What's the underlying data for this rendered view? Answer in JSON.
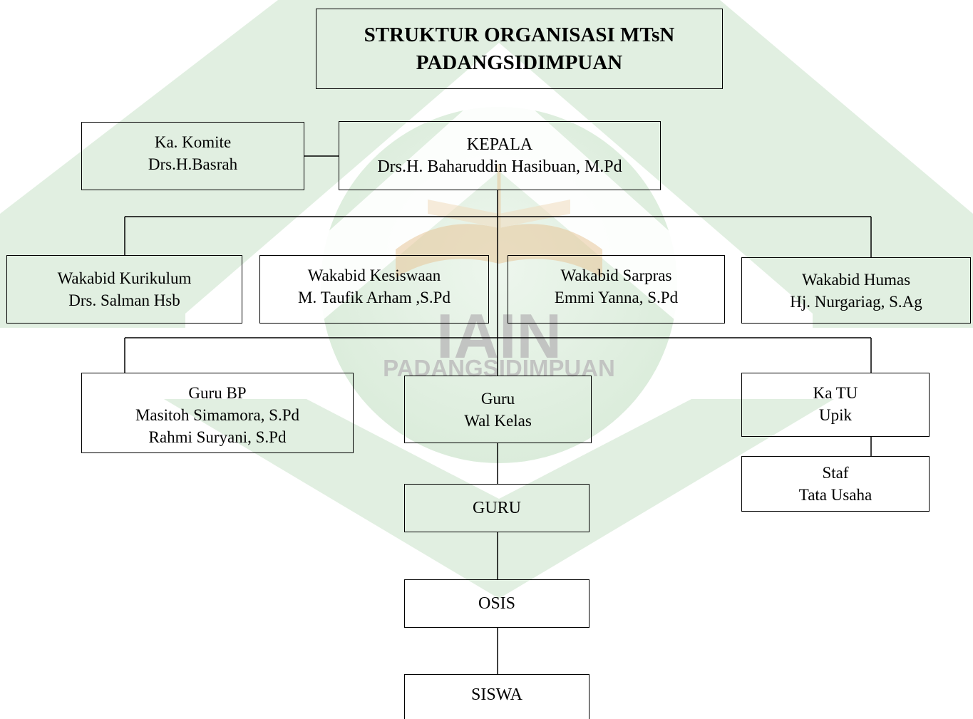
{
  "title": {
    "line1": "STRUKTUR ORGANISASI MTsN",
    "line2": "PADANGSIDIMPUAN"
  },
  "komite": {
    "role": "Ka. Komite",
    "name": "Drs.H.Basrah"
  },
  "kepala": {
    "role": "KEPALA",
    "name": "Drs.H. Baharuddin Hasibuan, M.Pd"
  },
  "wakabid": [
    {
      "role": "Wakabid Kurikulum",
      "name": "Drs. Salman Hsb"
    },
    {
      "role": "Wakabid Kesiswaan",
      "name": "M. Taufik Arham ,S.Pd"
    },
    {
      "role": "Wakabid Sarpras",
      "name": "Emmi Yanna, S.Pd"
    },
    {
      "role": "Wakabid Humas",
      "name": "Hj. Nurgariag, S.Ag"
    }
  ],
  "guru_bp": {
    "role": "Guru BP",
    "names": [
      "Masitoh Simamora, S.Pd",
      "Rahmi Suryani, S.Pd"
    ]
  },
  "guru_wali": {
    "line1": "Guru",
    "line2": "Wal Kelas"
  },
  "ka_tu": {
    "role": "Ka TU",
    "name": "Upik"
  },
  "staf_tu": {
    "line1": "Staf",
    "line2": "Tata Usaha"
  },
  "guru": "GURU",
  "osis": "OSIS",
  "siswa": "SISWA",
  "watermark": {
    "line1": "IAIN",
    "line2": "PADANGSIDIMPUAN",
    "color_green": "#2e8b2e",
    "color_green_light": "#cfe7cf",
    "color_text": "#b9b9b9",
    "color_book": "#e8c79a"
  },
  "line_color": "#000000"
}
